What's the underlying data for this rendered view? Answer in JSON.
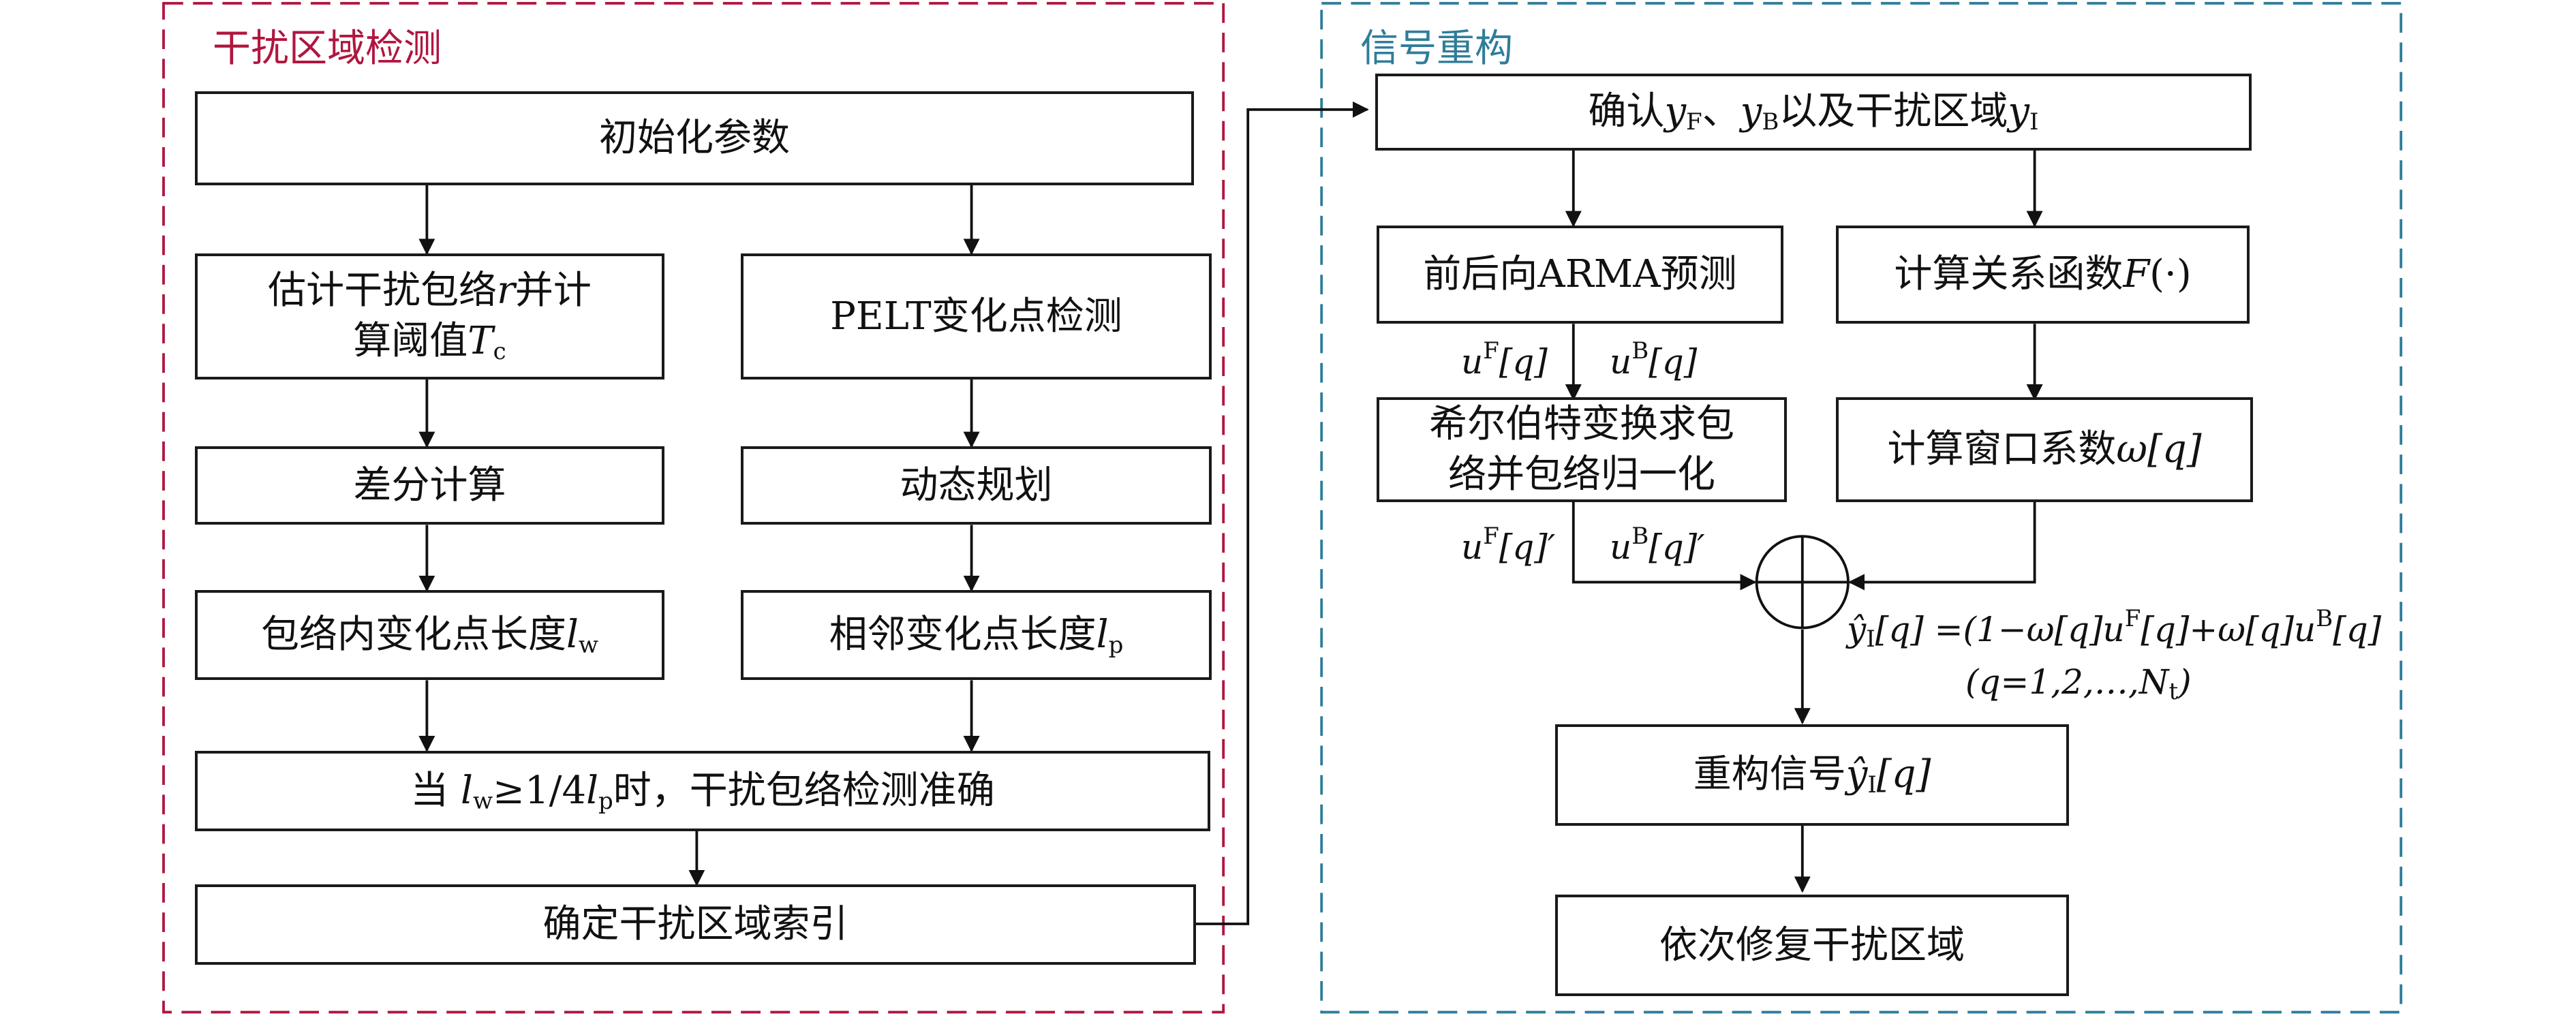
{
  "panels": {
    "detection": {
      "title": "干扰区域检测",
      "color": "#b0163f"
    },
    "reconstruction": {
      "title": "信号重构",
      "color": "#2e7d9a"
    }
  },
  "detection": {
    "init": "初始化参数",
    "estimate_line1": "估计干扰包络",
    "estimate_var": "r",
    "estimate_line1b": "并计",
    "estimate_line2": "算阈值",
    "estimate_T": "T",
    "estimate_T_sub": "c",
    "pelt": "PELT变化点检测",
    "diff": "差分计算",
    "dp": "动态规划",
    "lw_text": "包络内变化点长度",
    "lw_var": "l",
    "lw_sub": "w",
    "lp_text": "相邻变化点长度",
    "lp_var": "l",
    "lp_sub": "p",
    "cond_pre": "当",
    "cond_mid": "≥1/4",
    "cond_post": "时，干扰包络检测准确",
    "index": "确定干扰区域索引"
  },
  "reconstruction": {
    "confirm_pre": "确认",
    "confirm_sep": "、",
    "confirm_mid": "以及干扰区域",
    "y_var": "y",
    "F_sub": "F",
    "B_sub": "B",
    "I_sub": "I",
    "arma": "前后向ARMA预测",
    "relation_pre": "计算关系函数",
    "relation_var": "F",
    "relation_post": "(·)",
    "hilbert_line1": "希尔伯特变换求包",
    "hilbert_line2": "络并包络归一化",
    "window_pre": "计算窗口系数",
    "window_var": "ω",
    "window_post": "[q]",
    "uF": "u",
    "uF_sup": "F",
    "uB_sup": "B",
    "uq": "[q]",
    "uq_prime": "[q]′",
    "formula_line1": "(1−ω[q]u",
    "formula_mid": "[q]+ω[q]u",
    "formula_end": "[q]",
    "formula_eq": "[q] =",
    "formula_line2_pre": "(q=1,2,…,N",
    "formula_line2_sub": "t",
    "formula_line2_post": ")",
    "rebuild_pre": "重构信号",
    "rebuild_post": "[q]",
    "repair": "依次修复干扰区域"
  }
}
